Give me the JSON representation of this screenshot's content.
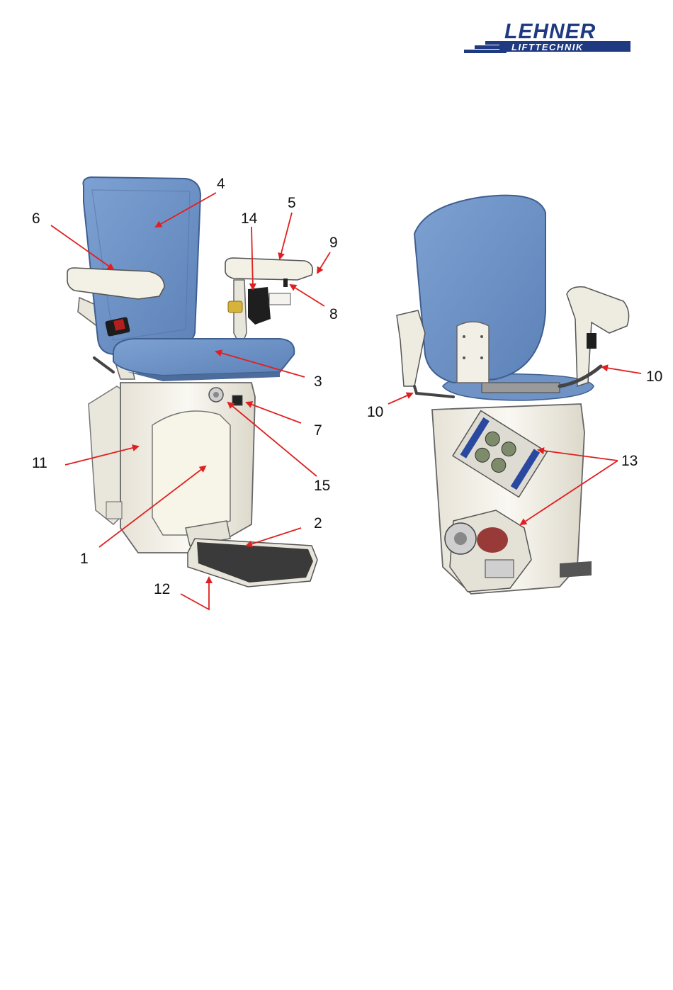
{
  "brand": {
    "name": "LEHNER",
    "subtitle": "LIFTTECHNIK",
    "color": "#1f3a80"
  },
  "colors": {
    "upholstery": "#6f93c4",
    "upholstery_dark": "#4f74a8",
    "frame": "#f3f1e9",
    "frame_shadow": "#d9d5c8",
    "footrest": "#3a3a3a",
    "callout_arrow": "#e02020",
    "motor_blue": "#2b48a0",
    "motor_red": "#8a1c1c"
  },
  "callouts": {
    "c1": "1",
    "c2": "2",
    "c3": "3",
    "c4": "4",
    "c5": "5",
    "c6": "6",
    "c7": "7",
    "c8": "8",
    "c9": "9",
    "c10a": "10",
    "c10b": "10",
    "c11": "11",
    "c12": "12",
    "c13": "13",
    "c14": "14",
    "c15": "15"
  }
}
